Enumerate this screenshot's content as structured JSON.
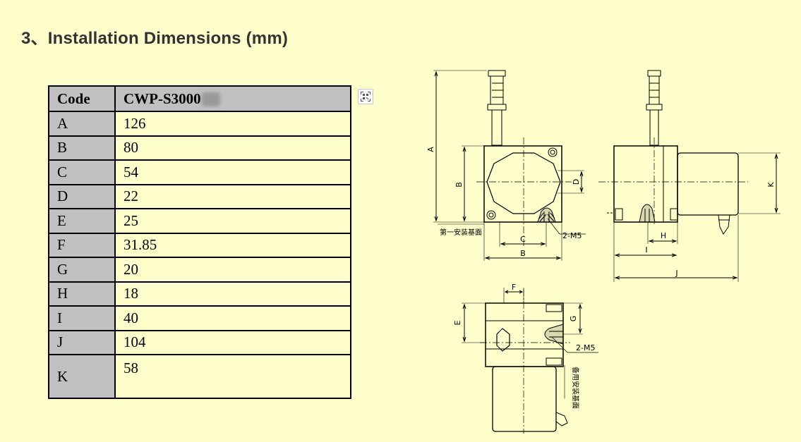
{
  "heading": "3、Installation Dimensions (mm)",
  "table": {
    "headers": [
      "Code",
      "CWP-S3000"
    ],
    "rows": [
      {
        "code": "A",
        "value": "126"
      },
      {
        "code": "B",
        "value": "80"
      },
      {
        "code": "C",
        "value": "54"
      },
      {
        "code": "D",
        "value": "22"
      },
      {
        "code": "E",
        "value": "25"
      },
      {
        "code": "F",
        "value": "31.85"
      },
      {
        "code": "G",
        "value": "20"
      },
      {
        "code": "H",
        "value": "18"
      },
      {
        "code": "I",
        "value": "40"
      },
      {
        "code": "J",
        "value": "104"
      },
      {
        "code": "K",
        "value": "58"
      }
    ]
  },
  "toolbar": {
    "icon": "qr-scan-icon"
  },
  "drawing": {
    "labels": {
      "A": "A",
      "B": "B",
      "C": "C",
      "D": "D",
      "E": "E",
      "F": "F",
      "G": "G",
      "H": "H",
      "I": "I",
      "J": "J",
      "K": "K",
      "thread_front": "2-M5",
      "thread_top": "2-M5",
      "first_mount_face": "第一安装基面",
      "spare_mount_face": "备用安装基面"
    }
  }
}
